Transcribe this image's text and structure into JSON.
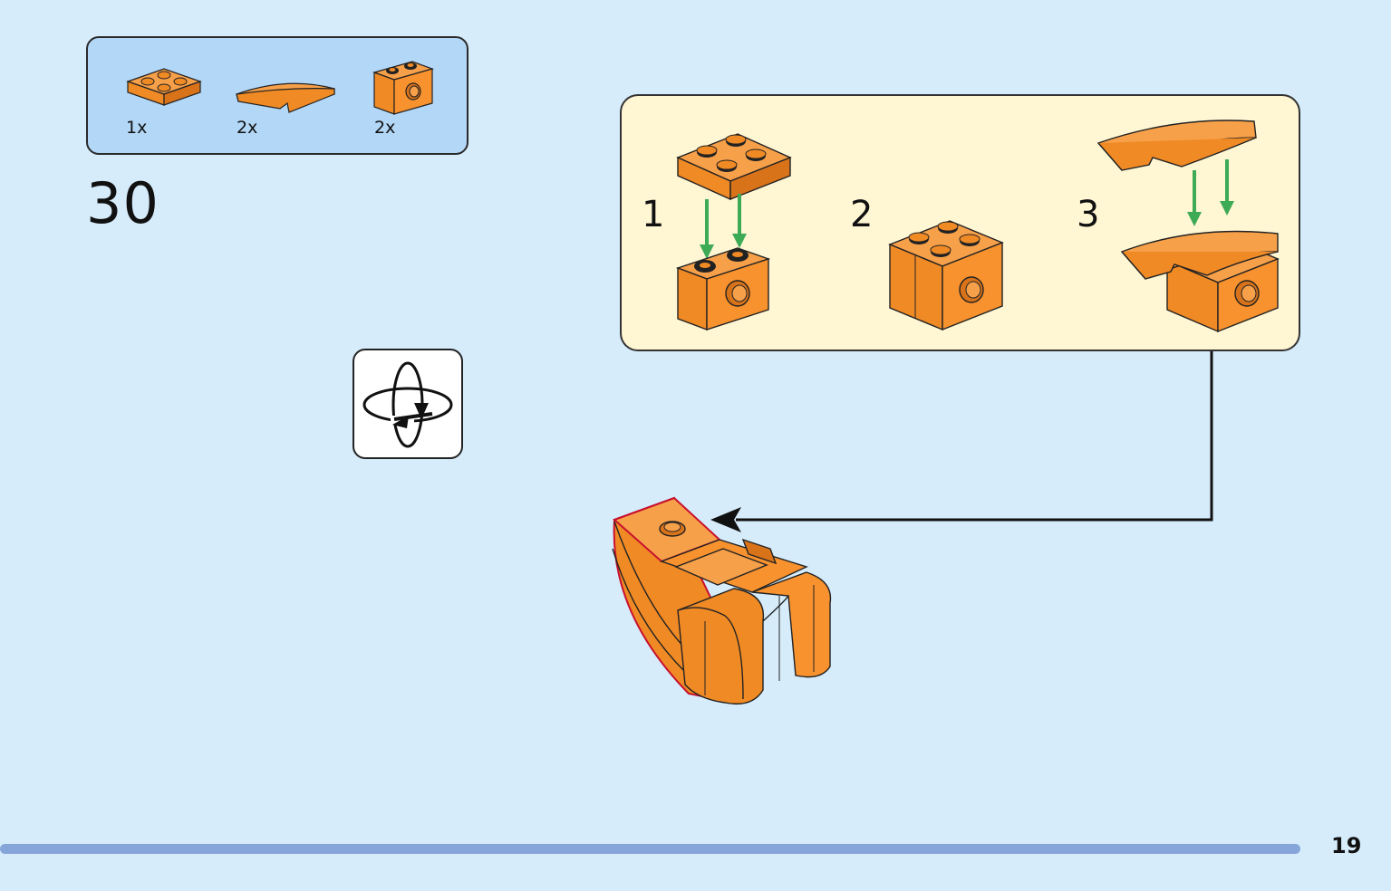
{
  "parts_list": {
    "items": [
      {
        "name": "plate-2x2",
        "quantity": "1x"
      },
      {
        "name": "curved-slope",
        "quantity": "2x"
      },
      {
        "name": "technic-brick-1x2",
        "quantity": "2x"
      }
    ]
  },
  "step": {
    "number": "30"
  },
  "rotate_icon": "rotate-model-icon",
  "sub_assembly": {
    "steps": [
      {
        "label": "1"
      },
      {
        "label": "2"
      },
      {
        "label": "3"
      }
    ]
  },
  "page": {
    "number": "19"
  },
  "colors": {
    "background": "#d6ecfb",
    "parts_box": "#b3d7f6",
    "sub_box": "#fff6d3",
    "brick": "#f7922e",
    "brick_dark": "#d9731a",
    "arrow_green": "#3daa56",
    "progress": "#86a6da",
    "highlight": "#c8102e"
  }
}
